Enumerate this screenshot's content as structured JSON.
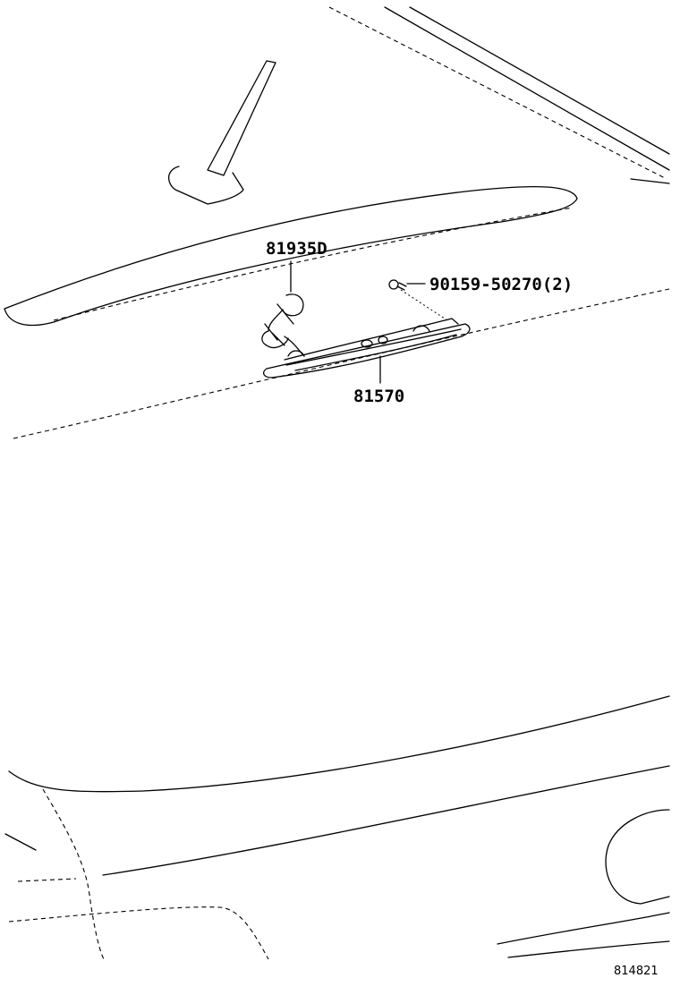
{
  "parts": [
    {
      "id": "harness",
      "part_number": "81935D"
    },
    {
      "id": "screw",
      "part_number": "90159-50270",
      "quantity": "(2)"
    },
    {
      "id": "lamp",
      "part_number": "81570"
    }
  ],
  "figure_number": "814821",
  "line_color": "#000000",
  "background_color": "#ffffff"
}
